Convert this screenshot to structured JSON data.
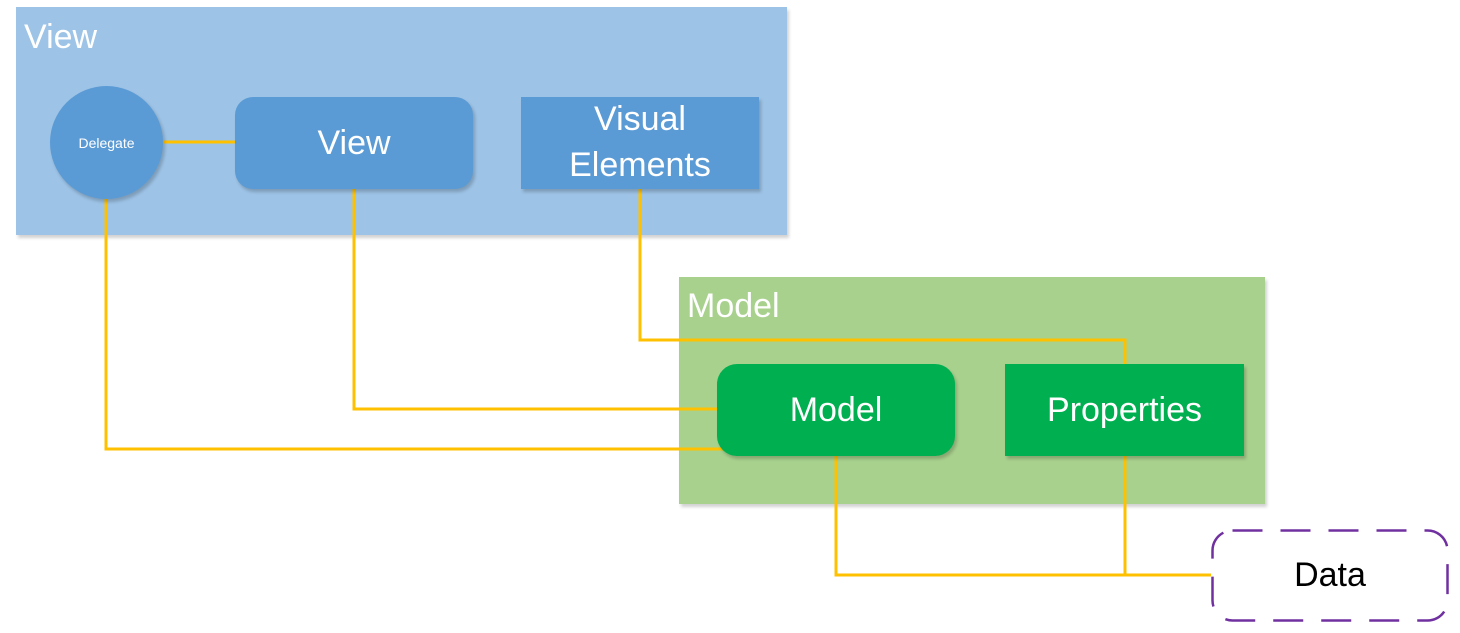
{
  "view_group": {
    "title": "View",
    "color": "#9dc3e6"
  },
  "model_group": {
    "title": "Model",
    "color": "#a9d18e"
  },
  "nodes": {
    "delegate": {
      "label": "Delegate",
      "color": "#5b9bd5"
    },
    "view": {
      "label": "View",
      "color": "#5b9bd5"
    },
    "visual_elements": {
      "line1": "Visual",
      "line2": "Elements",
      "color": "#5b9bd5"
    },
    "model": {
      "label": "Model",
      "color": "#00b050"
    },
    "properties": {
      "label": "Properties",
      "color": "#00b050"
    },
    "data": {
      "label": "Data",
      "border_color": "#7030a0"
    }
  },
  "connector_color": "#ffc000"
}
